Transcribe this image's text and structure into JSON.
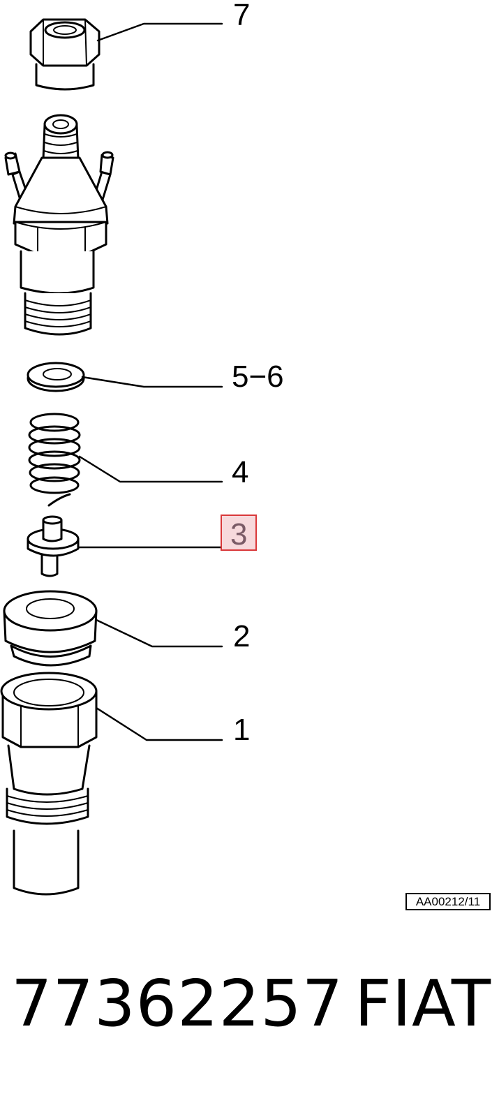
{
  "callouts": {
    "c7": "7",
    "c56": "5−6",
    "c4": "4",
    "c3": "3",
    "c2": "2",
    "c1": "1"
  },
  "highlighted_callout": "3",
  "highlight_colors": {
    "border": "#d9383a",
    "fill": "#f7d9dc"
  },
  "reference_code": "AA00212/11",
  "footer": {
    "part_number": "77362257",
    "brand": "FIAT"
  }
}
